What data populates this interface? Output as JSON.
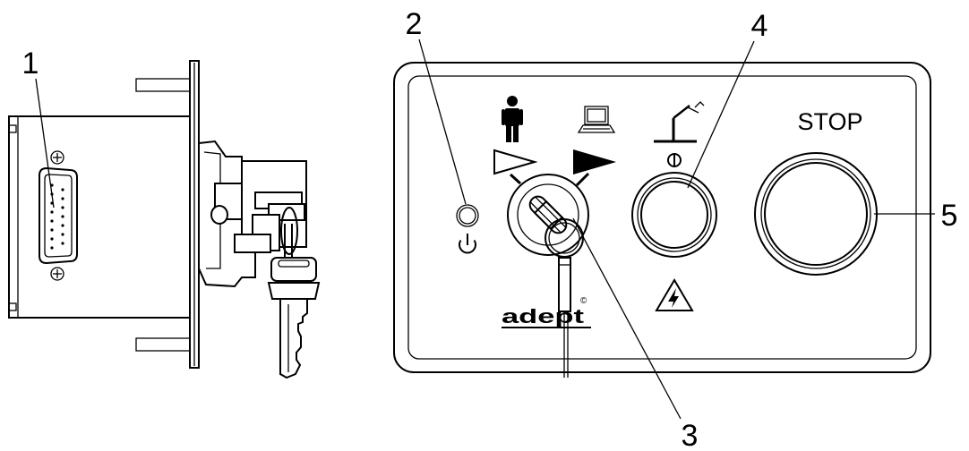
{
  "callouts": {
    "c1": "1",
    "c2": "2",
    "c3": "3",
    "c4": "4",
    "c5": "5"
  },
  "panel": {
    "stop_label": "STOP",
    "logo_text": "adept",
    "logo_mark": "©"
  },
  "icons": {
    "manual_mode": "person-icon",
    "auto_mode": "computer-icon",
    "robot_power": "robot-arm-icon",
    "power_indicator": "power-symbol-icon",
    "power_on": "on-symbol-icon",
    "high_voltage": "high-voltage-warning-icon",
    "key": "key-icon",
    "connector": "db-connector-icon"
  }
}
